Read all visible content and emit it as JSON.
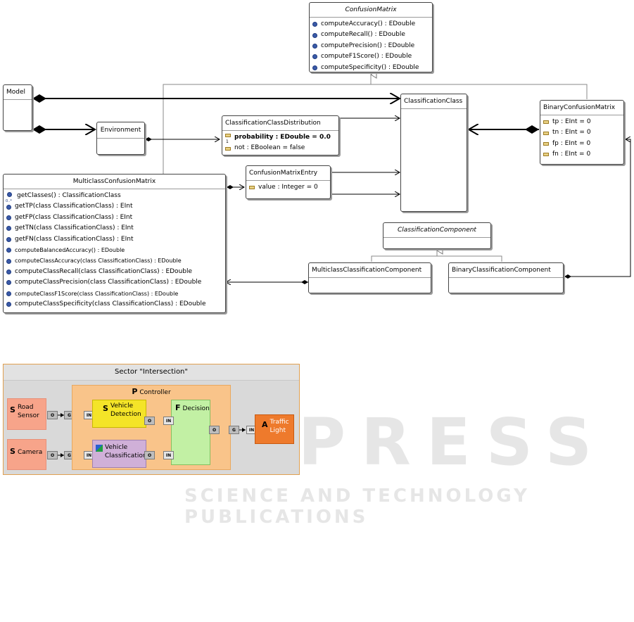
{
  "uml": {
    "confusion_matrix": {
      "name": "ConfusionMatrix",
      "ops": [
        "computeAccuracy() : EDouble",
        "computeRecall() : EDouble",
        "computePrecision() : EDouble",
        "computeF1Score() : EDouble",
        "computeSpecificity() : EDouble"
      ]
    },
    "model": {
      "name": "Model"
    },
    "environment": {
      "name": "Environment"
    },
    "classification_class": {
      "name": "ClassificationClass"
    },
    "binary_confusion_matrix": {
      "name": "BinaryConfusionMatrix",
      "attrs": [
        "tp : EInt = 0",
        "tn : EInt = 0",
        "fp : EInt = 0",
        "fn : EInt = 0"
      ]
    },
    "class_distribution": {
      "name": "ClassificationClassDistribution",
      "attr_probability": "probability : EDouble = 0.0",
      "multiplicity": "1",
      "attr_not": "not : EBoolean = false"
    },
    "multiclass_confusion_matrix": {
      "name": "MulticlassConfusionMatrix",
      "multiplicity": "0..*",
      "ops": [
        "getClasses() : ClassificationClass",
        "getTP(class ClassificationClass) : EInt",
        "getFP(class ClassificationClass) : EInt",
        "getTN(class ClassificationClass) : EInt",
        "getFN(class ClassificationClass) : EInt",
        "computeBalancedAccuracy() : EDouble",
        "computeClassAccuracy(class ClassificationClass) : EDouble",
        "computeClassRecall(class ClassificationClass) : EDouble",
        "computeClassPrecision(class ClassificationClass) : EDouble",
        "computeClassF1Score(class ClassificationClass) : EDouble",
        "computeClassSpecificity(class ClassificationClass) : EDouble"
      ]
    },
    "confusion_matrix_entry": {
      "name": "ConfusionMatrixEntry",
      "attr": "value : Integer = 0"
    },
    "classification_component": {
      "name": "ClassificationComponent"
    },
    "multiclass_component": {
      "name": "MulticlassClassificationComponent"
    },
    "binary_component": {
      "name": "BinaryClassificationComponent"
    }
  },
  "sector": {
    "title": "Sector \"Intersection\"",
    "controller": {
      "kind": "P",
      "label": "Controller"
    },
    "road_sensor": {
      "kind": "S",
      "label1": "Road",
      "label2": "Sensor"
    },
    "camera": {
      "kind": "S",
      "label": "Camera"
    },
    "vehicle_detection": {
      "kind": "S",
      "label1": "Vehicle",
      "label2": "Detection"
    },
    "vehicle_classification": {
      "label1": "Vehicle",
      "label2": "Classification"
    },
    "decision": {
      "kind": "F",
      "label": "Decision"
    },
    "traffic_light": {
      "kind": "A",
      "label1": "Traffic",
      "label2": "Light"
    },
    "port_o": "O",
    "port_g": "G",
    "port_in": "IN"
  },
  "watermark": {
    "line1": "SCITEPRESS",
    "line2": "SCIENCE AND TECHNOLOGY PUBLICATIONS"
  },
  "colors": {
    "sensor": "#f7a48a",
    "controller": "#f9c48a",
    "detection": "#f4e428",
    "classification": "#d0b0d8",
    "decision": "#c2f0a4",
    "actuator": "#ee7a2c"
  }
}
